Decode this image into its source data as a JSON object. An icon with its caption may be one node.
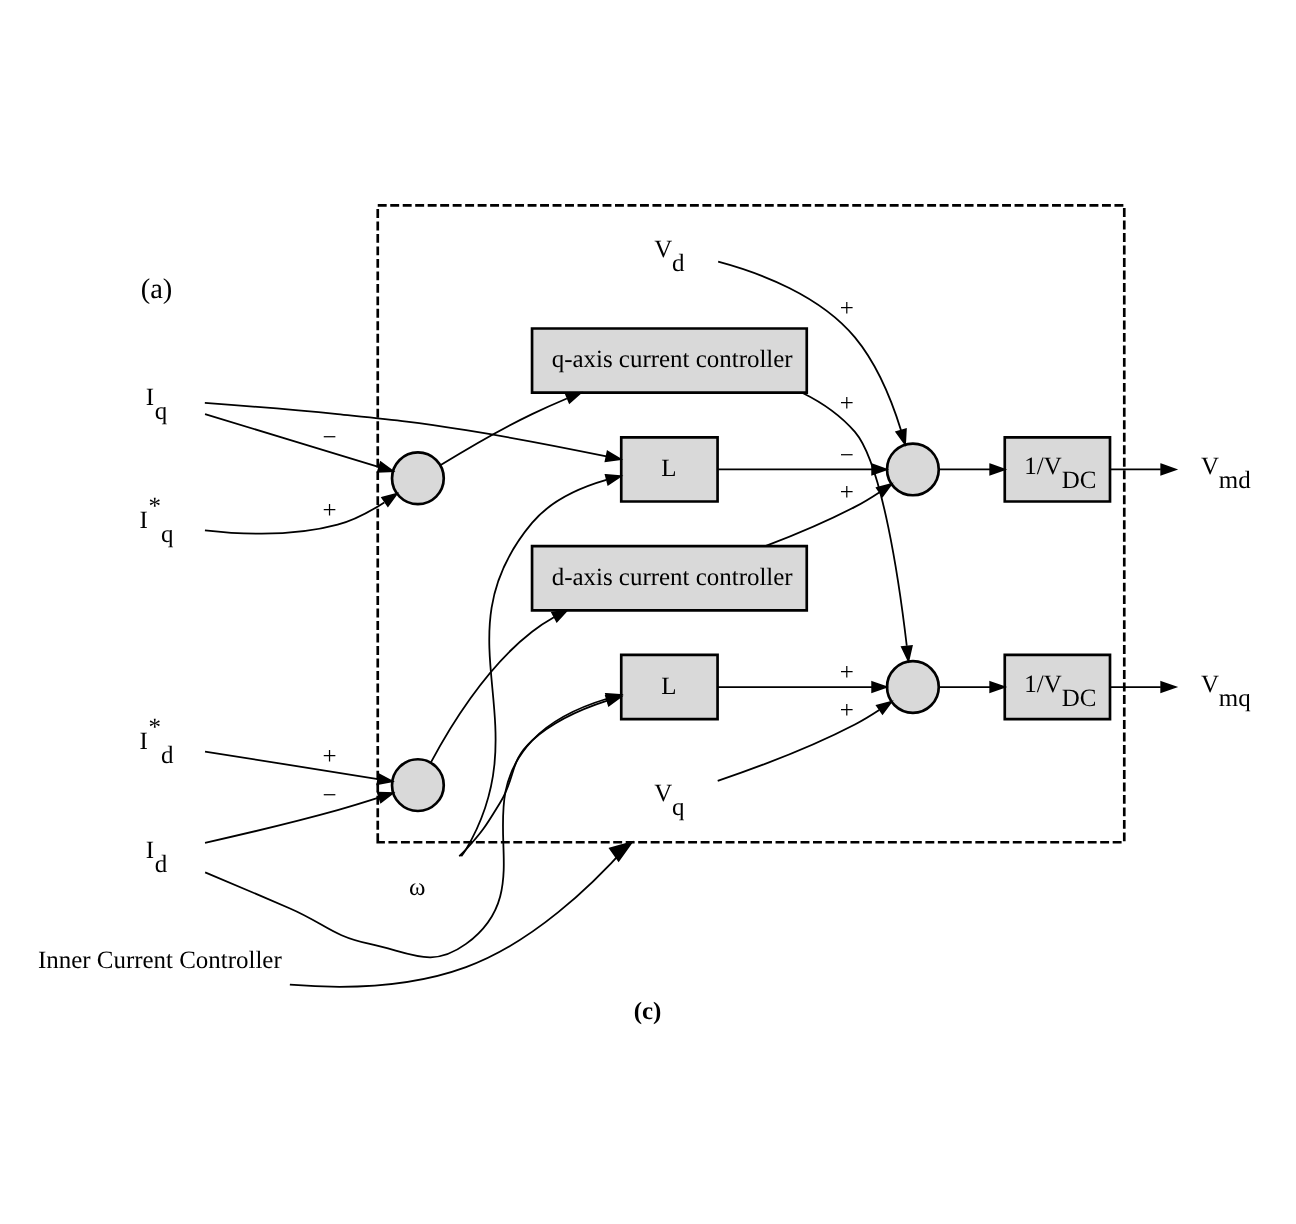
{
  "diagram": {
    "caption": "(c)",
    "nodes": [
      {
        "text": [],
        "shape": "box"
      },
      {
        "text": [
          "I$^{*}$$_{d}$"
        ]
      },
      {
        "text": [],
        "shape": "circle",
        "in": 0
      },
      {
        "text": [
          "d-axis current controller"
        ],
        "in": 0
      },
      {
        "text": [
          "V$_{d}$"
        ],
        "in": 0
      },
      {
        "text": [],
        "shape": "circle",
        "in": 0
      },
      {
        "text": [
          "1/V$_{DC}$"
        ],
        "in": 0
      },
      {
        "text": [
          "V$_{md}$"
        ]
      },
      {
        "text": [
          "I$_{d}$"
        ]
      },
      {
        "text": [
          "L"
        ],
        "in": 0
      },
      {
        "text": [
          "ω"
        ]
      },
      {
        "text": [
          "I$_{q}$"
        ]
      },
      {
        "text": [
          "L"
        ],
        "in": 0
      },
      {
        "text": [
          "I$^{*}$$_{q}$"
        ]
      },
      {
        "text": [],
        "shape": "circle",
        "in": 0
      },
      {
        "text": [
          "q-axis current controller"
        ],
        "in": 0
      },
      {
        "text": [],
        "shape": "circle",
        "in": 0
      },
      {
        "text": [
          "1/V$_{DC}$"
        ],
        "in": 0
      },
      {
        "text": [
          "V$_{mq}$"
        ]
      },
      {
        "text": [
          "V$_{q}$"
        ],
        "in": 0
      },
      {
        "text": [
          "Inner Current Controller"
        ]
      }
    ],
    "edges": [
      {
        "from": 1,
        "to": 2,
        "arrow": "to",
        "label": "+"
      },
      {
        "from": 8,
        "to": 2,
        "arrow": "to",
        "label": "−"
      },
      {
        "from": 2,
        "to": 3,
        "arrow": "to"
      },
      {
        "from": 3,
        "to": 5,
        "arrow": "to",
        "label": "+"
      },
      {
        "from": 4,
        "to": 5,
        "arrow": "to",
        "label": "+"
      },
      {
        "from": 9,
        "to": 5,
        "arrow": "to",
        "label": "−"
      },
      {
        "from": 5,
        "to": 6,
        "arrow": "to"
      },
      {
        "from": 6,
        "to": 7,
        "arrow": "to"
      },
      {
        "from": 10,
        "to": 9,
        "arrow": "to"
      },
      {
        "from": 11,
        "to": 9,
        "arrow": "to"
      },
      {
        "from": 10,
        "to": 12,
        "arrow": "to"
      },
      {
        "from": 8,
        "to": 12,
        "arrow": "to"
      },
      {
        "from": 13,
        "to": 14,
        "arrow": "to",
        "label": "+"
      },
      {
        "from": 11,
        "to": 14,
        "arrow": "to",
        "label": "−"
      },
      {
        "from": 14,
        "to": 15,
        "arrow": "to"
      },
      {
        "from": 15,
        "to": 16,
        "arrow": "to",
        "label": "+"
      },
      {
        "from": 12,
        "to": 16,
        "arrow": "to",
        "label": "+"
      },
      {
        "from": 19,
        "to": 16,
        "arrow": "to",
        "label": "+"
      },
      {
        "from": 16,
        "to": 17,
        "arrow": "to"
      },
      {
        "from": 17,
        "to": 18,
        "arrow": "to"
      },
      {
        "from": 20,
        "to": 0,
        "arrow": "to"
      }
    ],
    "labels": [
      "(a)"
    ]
  }
}
